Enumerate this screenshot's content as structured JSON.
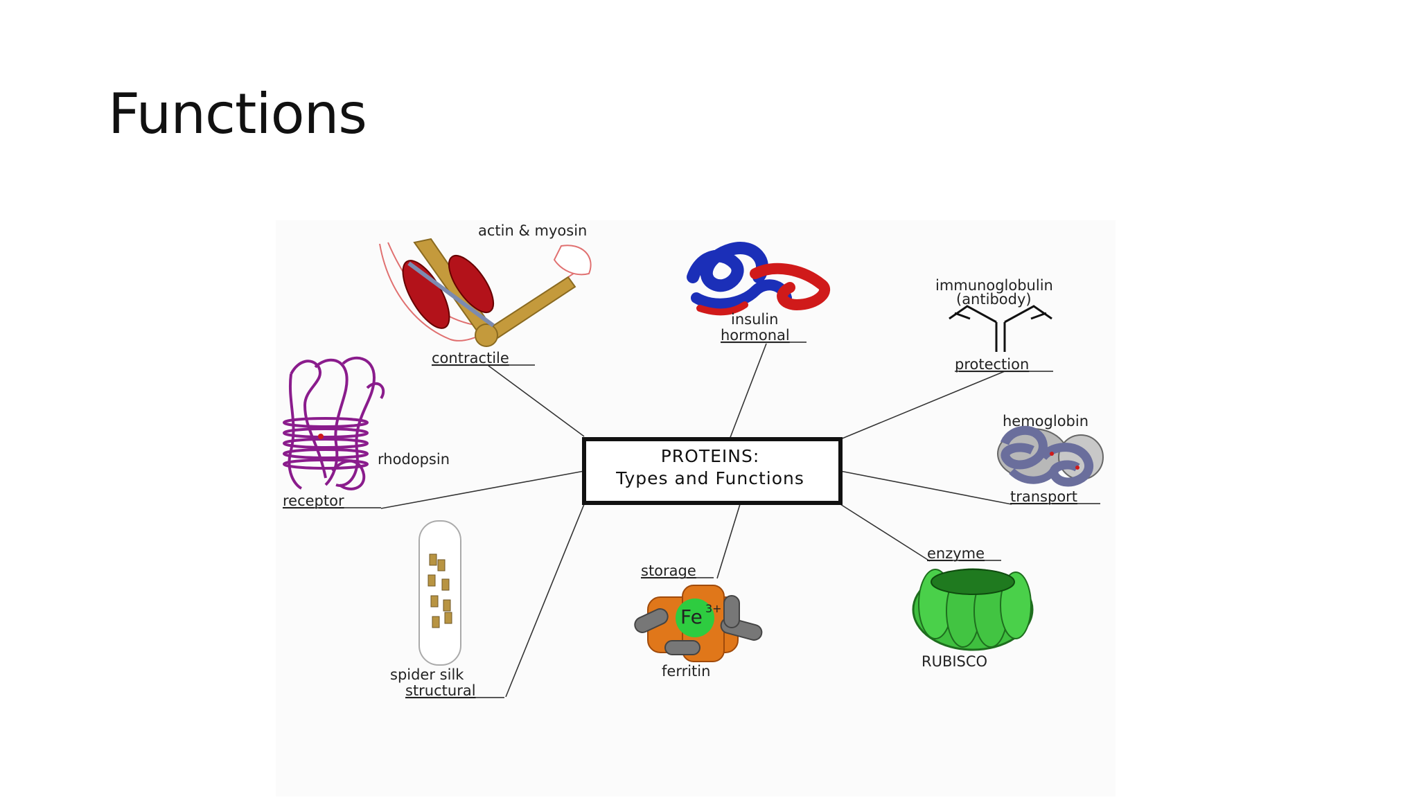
{
  "slide": {
    "title": "Functions"
  },
  "diagram": {
    "center": {
      "line1": "PROTEINS:",
      "line2": "Types and Functions"
    },
    "labels": {
      "actin_myosin": "actin & myosin",
      "contractile": "contractile",
      "insulin": "insulin",
      "hormonal": "hormonal",
      "immunoglobulin": "immunoglobulin",
      "antibody": "(antibody)",
      "protection": "protection",
      "rhodopsin": "rhodopsin",
      "receptor": "receptor",
      "hemoglobin": "hemoglobin",
      "transport": "transport",
      "enzyme": "enzyme",
      "rubisco": "RUBISCO",
      "storage": "storage",
      "ferritin": "ferritin",
      "fe": "Fe",
      "fe_charge": "3+",
      "spider_silk": "spider silk",
      "structural": "structural"
    },
    "colors": {
      "muscle": "#b3121a",
      "bone": "#c49a3c",
      "insulin_blue": "#1b2fb8",
      "insulin_red": "#d01a1a",
      "rhodopsin": "#8a1c8c",
      "hemoglobin": "#6a6e9c",
      "rubisco": "#3fbf3f",
      "ferritin_orange": "#e0771a",
      "fe_green": "#2ecc40",
      "silk_gold": "#b89442"
    }
  }
}
